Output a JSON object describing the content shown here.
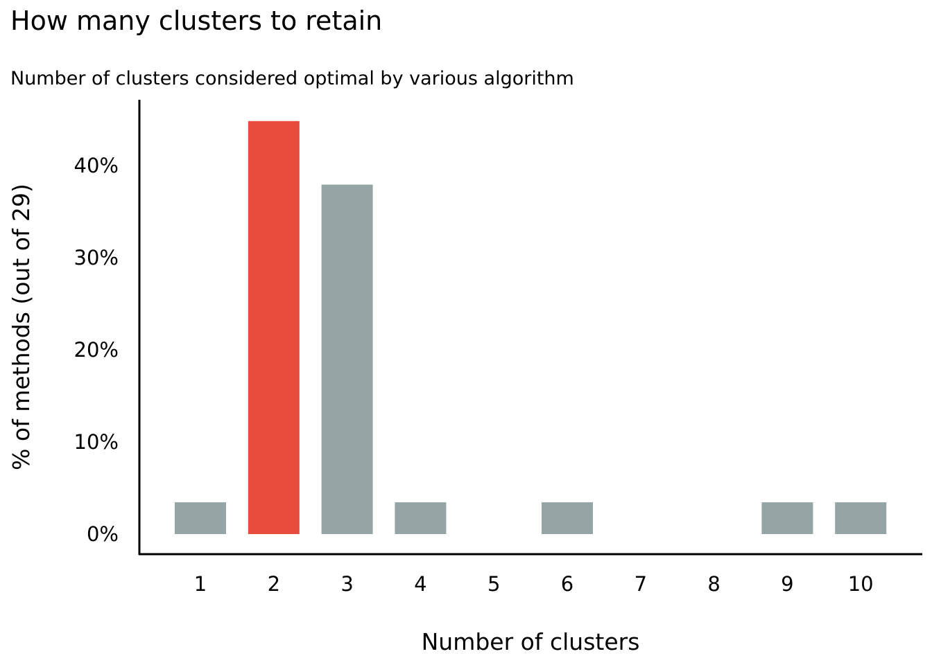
{
  "chart_data": {
    "type": "bar",
    "title": "How many clusters to retain",
    "subtitle": "Number of clusters considered optimal by various algorithm",
    "xlabel": "Number of clusters",
    "ylabel": "% of methods (out of 29)",
    "categories": [
      "1",
      "2",
      "3",
      "4",
      "5",
      "6",
      "7",
      "8",
      "9",
      "10"
    ],
    "values": [
      3.45,
      44.83,
      37.93,
      3.45,
      0,
      3.45,
      0,
      0,
      3.45,
      3.45
    ],
    "ylim": [
      0,
      47.5
    ],
    "yticks": [
      0,
      10,
      20,
      30,
      40
    ],
    "ytick_labels": [
      "0%",
      "10%",
      "20%",
      "30%",
      "40%"
    ],
    "grid": false,
    "highlight_category": "2",
    "colors": {
      "default": "#95a5a6",
      "highlight": "#e74c3c",
      "axis": "#000000"
    }
  }
}
